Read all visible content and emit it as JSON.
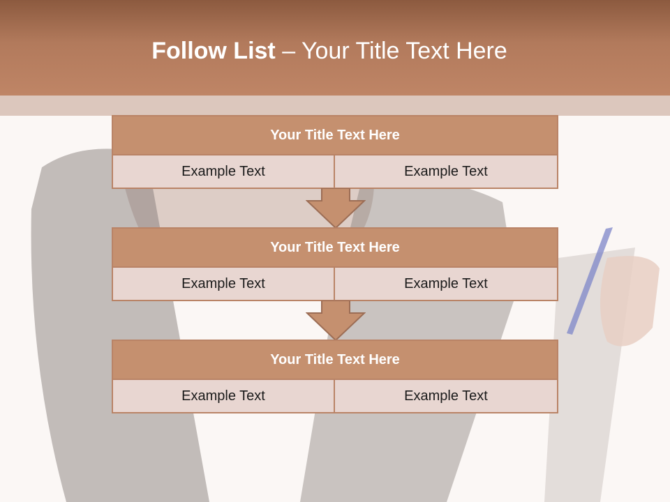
{
  "header": {
    "title_bold": "Follow List",
    "title_rest": " – Your Title Text Here"
  },
  "blocks": [
    {
      "title": "Your Title Text Here",
      "left": "Example Text",
      "right": "Example Text"
    },
    {
      "title": "Your Title Text Here",
      "left": "Example Text",
      "right": "Example Text"
    },
    {
      "title": "Your Title Text Here",
      "left": "Example Text",
      "right": "Example Text"
    }
  ],
  "colors": {
    "header_top": "#8c5a3f",
    "header_bottom": "#bf8566",
    "block_title_fill": "#c5906f",
    "block_cell_fill": "#e8d6d1",
    "block_border": "#b98366"
  },
  "icons": {
    "connector": "down-arrow-icon",
    "background": "businesswoman-with-clipboard-photo"
  }
}
